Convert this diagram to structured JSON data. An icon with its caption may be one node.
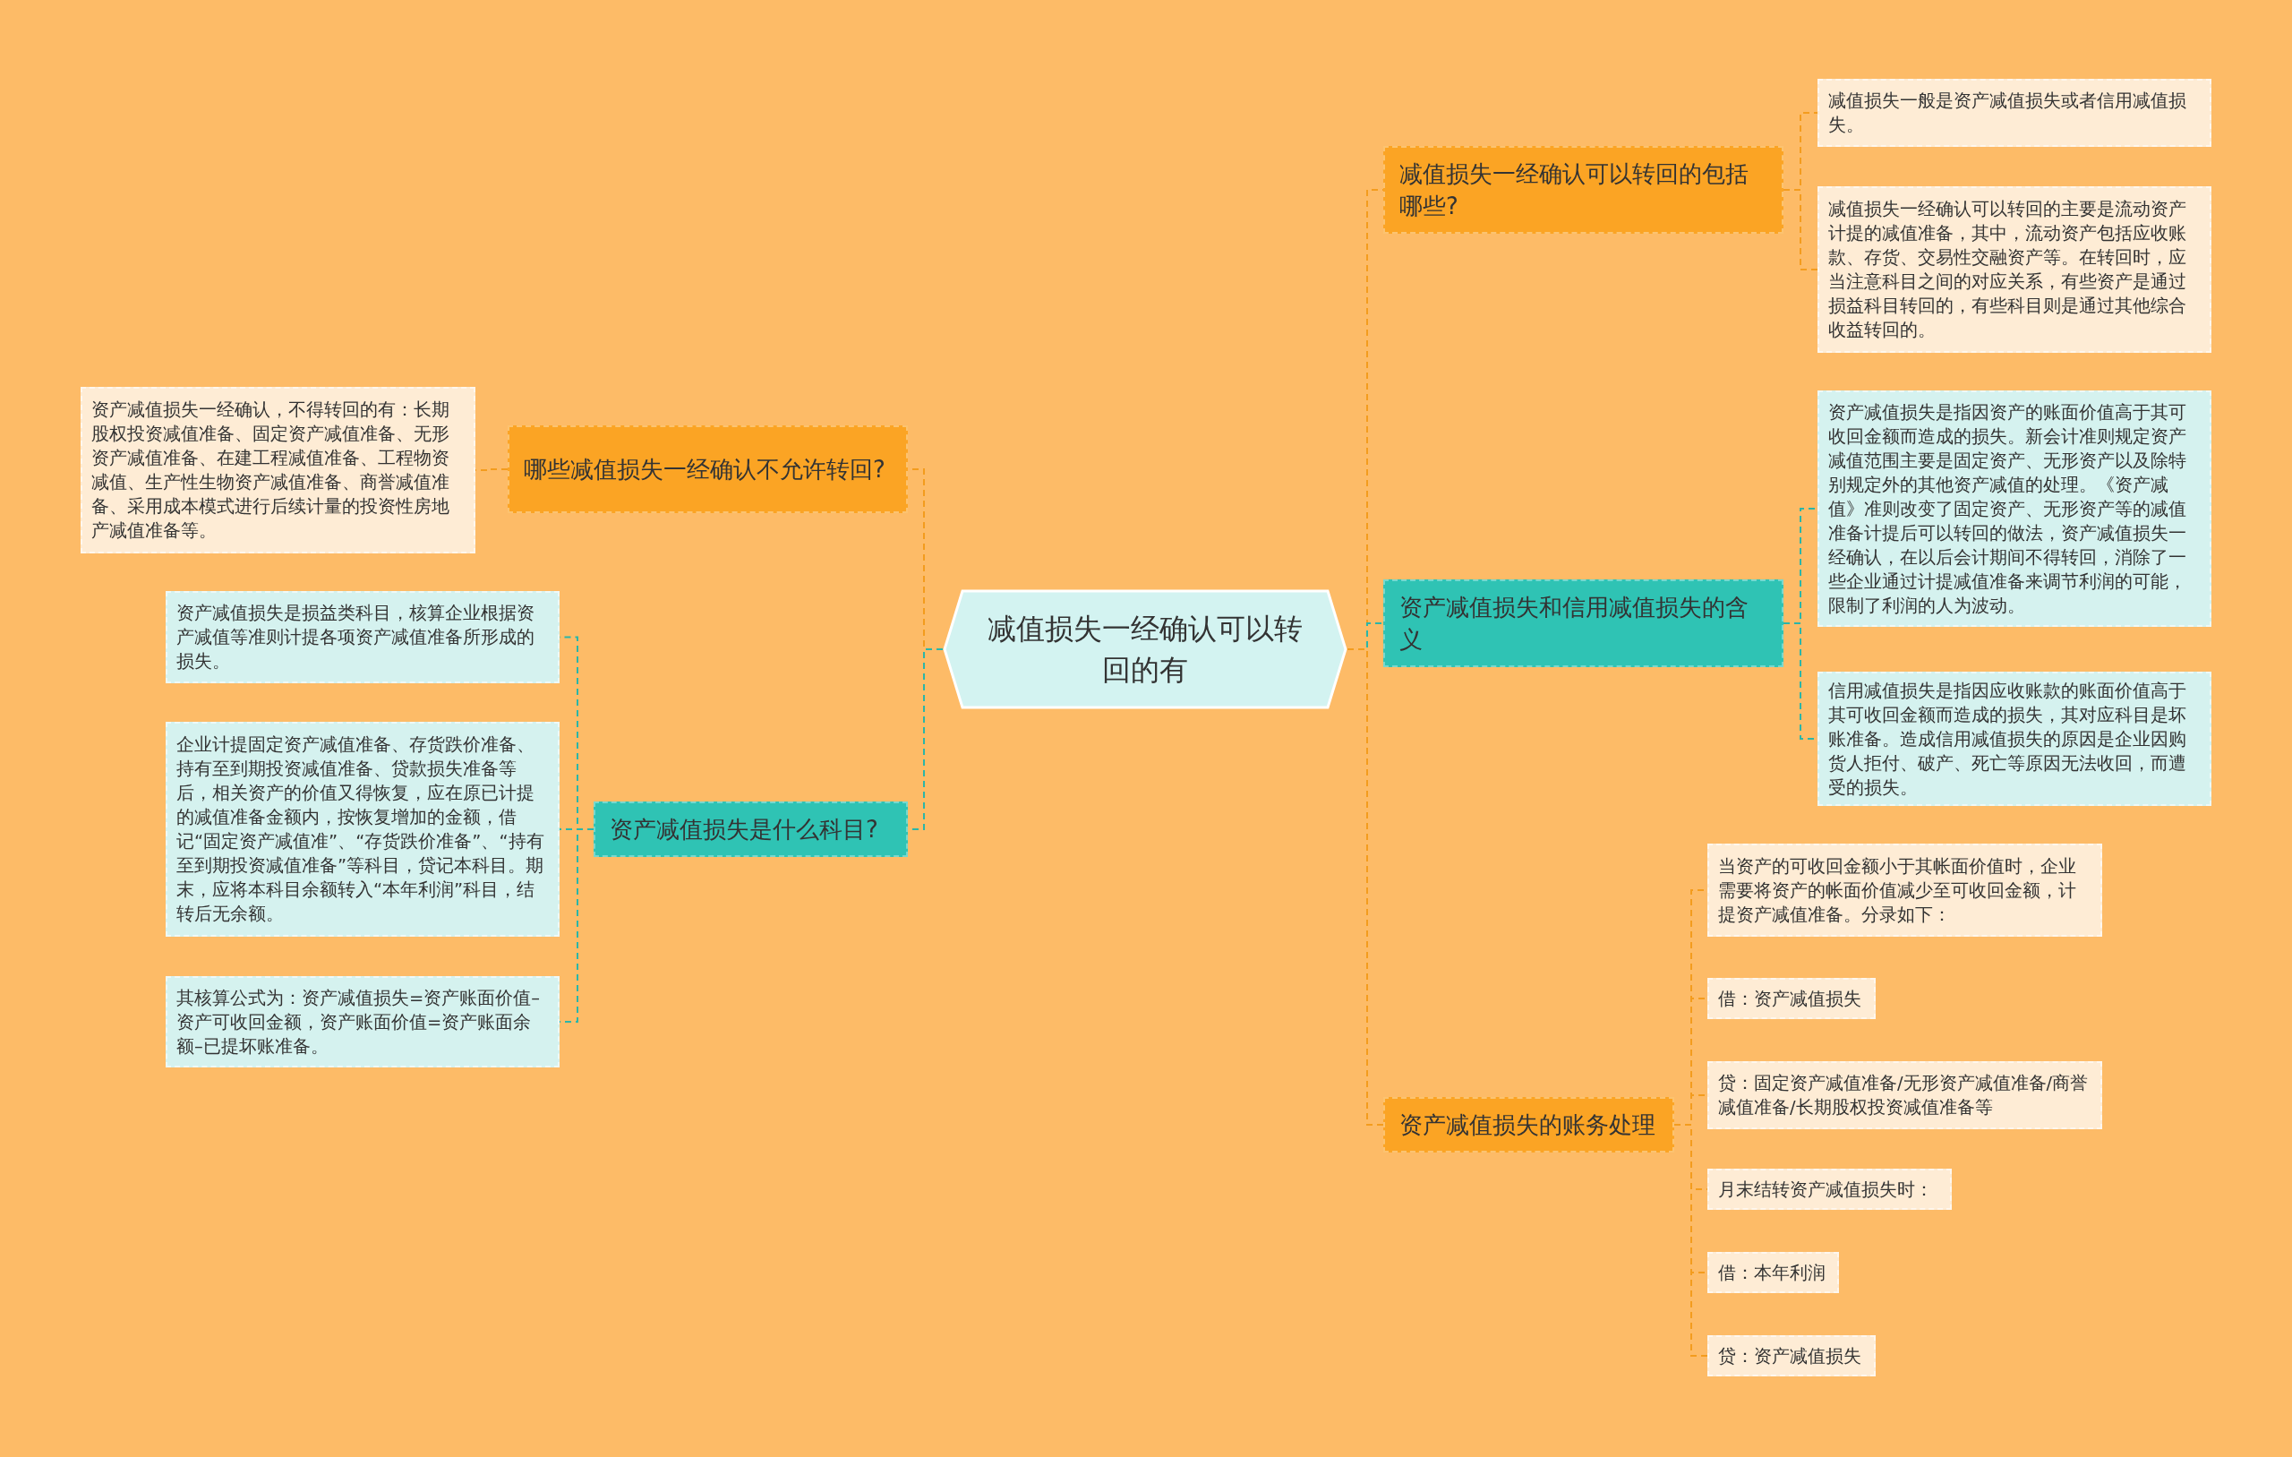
{
  "diagram": {
    "nodes": [
      {
        "text": [
          "减值损失一经确认可以转回的有"
        ]
      },
      {
        "text": [
          "减值损失一经确认可以转回的包括哪些?"
        ]
      },
      {
        "text": [
          "减值损失一般是资产减值损失或者信用减值损失。"
        ]
      },
      {
        "text": [
          "减值损失一经确认可以转回的主要是流动资产计提的减值准备，其中，流动资产包括应收账款、存货、交易性交融资产等。在转回时，应当注意科目之间的对应关系，有些资产是通过损益科目转回的，有些科目则是通过其他综合收益转回的。"
        ]
      },
      {
        "text": [
          "资产减值损失和信用减值损失的含义"
        ]
      },
      {
        "text": [
          "资产减值损失是指因资产的账面价值高于其可收回金额而造成的损失。新会计准则规定资产减值范围主要是固定资产、无形资产以及除特别规定外的其他资产减值的处理。《资产减值》准则改变了固定资产、无形资产等的减值准备计提后可以转回的做法，资产减值损失一经确认，在以后会计期间不得转回，消除了一些企业通过计提减值准备来调节利润的可能，限制了利润的人为波动。"
        ]
      },
      {
        "text": [
          "信用减值损失是指因应收账款的账面价值高于其可收回金额而造成的损失，其对应科目是坏账准备。造成信用减值损失的原因是企业因购货人拒付、破产、死亡等原因无法收回，而遭受的损失。"
        ]
      },
      {
        "text": [
          "资产减值损失的账务处理"
        ]
      },
      {
        "text": [
          "当资产的可收回金额小于其帐面价值时，企业需要将资产的帐面价值减少至可收回金额，计提资产减值准备。分录如下："
        ]
      },
      {
        "text": [
          "借：资产减值损失"
        ]
      },
      {
        "text": [
          "贷：固定资产减值准备/无形资产减值准备/商誉减值准备/长期股权投资减值准备等"
        ]
      },
      {
        "text": [
          "月末结转资产减值损失时："
        ]
      },
      {
        "text": [
          "借：本年利润"
        ]
      },
      {
        "text": [
          "贷：资产减值损失"
        ]
      },
      {
        "text": [
          "哪些减值损失一经确认不允许转回?"
        ]
      },
      {
        "text": [
          "资产减值损失一经确认，不得转回的有：长期股权投资减值准备、固定资产减值准备、无形资产减值准备、在建工程减值准备、工程物资减值、生产性生物资产减值准备、商誉减值准备、采用成本模式进行后续计量的投资性房地产减值准备等。"
        ]
      },
      {
        "text": [
          "资产减值损失是什么科目?"
        ]
      },
      {
        "text": [
          "资产减值损失是损益类科目，核算企业根据资产减值等准则计提各项资产减值准备所形成的损失。"
        ]
      },
      {
        "text": [
          "企业计提固定资产减值准备、存货跌价准备、持有至到期投资减值准备、贷款损失准备等后，相关资产的价值又得恢复，应在原已计提的减值准备金额内，按恢复增加的金额，借记“固定资产减值准”、“存货跌价准备”、“持有至到期投资减值准备”等科目，贷记本科目。期末，应将本科目余额转入“本年利润”科目，结转后无余额。"
        ]
      },
      {
        "text": [
          "其核算公式为：资产减值损失=资产账面价值–资产可收回金额，资产账面价值=资产账面余额–已提坏账准备。"
        ]
      }
    ],
    "edges": [
      {
        "from": 0,
        "to": 1,
        "arrow": "none",
        "style": "dashed"
      },
      {
        "from": 1,
        "to": 2,
        "arrow": "none",
        "style": "dashed"
      },
      {
        "from": 1,
        "to": 3,
        "arrow": "none",
        "style": "dashed"
      },
      {
        "from": 0,
        "to": 4,
        "arrow": "none",
        "style": "dashed",
        "color": "#2bb5a8"
      },
      {
        "from": 4,
        "to": 5,
        "arrow": "none",
        "style": "dashed",
        "color": "#2bb5a8"
      },
      {
        "from": 4,
        "to": 6,
        "arrow": "none",
        "style": "dashed",
        "color": "#2bb5a8"
      },
      {
        "from": 0,
        "to": 7,
        "arrow": "none",
        "style": "dashed"
      },
      {
        "from": 7,
        "to": 8,
        "arrow": "none",
        "style": "dashed"
      },
      {
        "from": 7,
        "to": 9,
        "arrow": "none",
        "style": "dashed"
      },
      {
        "from": 7,
        "to": 10,
        "arrow": "none",
        "style": "dashed"
      },
      {
        "from": 7,
        "to": 11,
        "arrow": "none",
        "style": "dashed"
      },
      {
        "from": 7,
        "to": 12,
        "arrow": "none",
        "style": "dashed"
      },
      {
        "from": 7,
        "to": 13,
        "arrow": "none",
        "style": "dashed"
      },
      {
        "from": 0,
        "to": 14,
        "arrow": "none",
        "style": "dashed"
      },
      {
        "from": 14,
        "to": 15,
        "arrow": "none",
        "style": "dashed"
      },
      {
        "from": 0,
        "to": 16,
        "arrow": "none",
        "style": "dashed",
        "color": "#2bb5a8"
      },
      {
        "from": 16,
        "to": 17,
        "arrow": "none",
        "style": "dashed",
        "color": "#2bb5a8"
      },
      {
        "from": 16,
        "to": 18,
        "arrow": "none",
        "style": "dashed",
        "color": "#2bb5a8"
      },
      {
        "from": 16,
        "to": 19,
        "arrow": "none",
        "style": "dashed",
        "color": "#2bb5a8"
      }
    ]
  }
}
